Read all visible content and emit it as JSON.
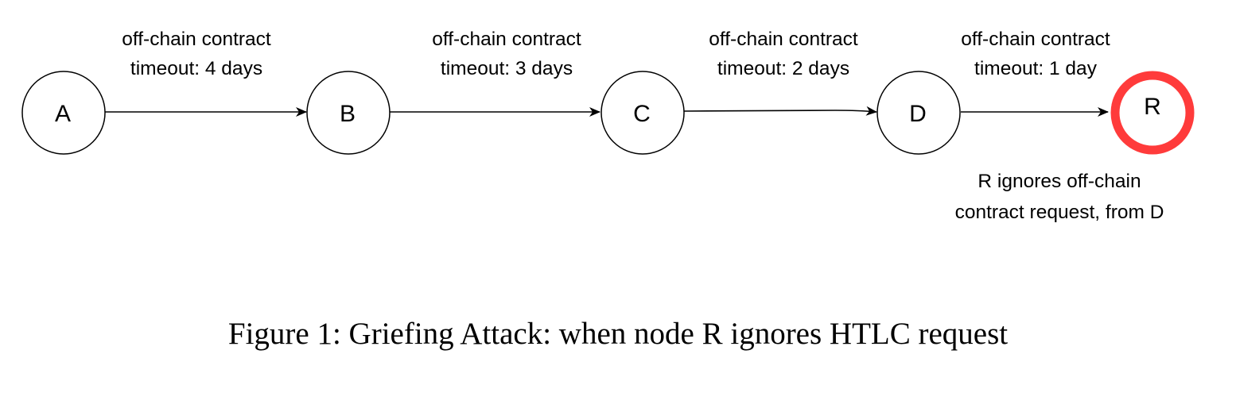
{
  "diagram": {
    "nodes": [
      {
        "id": "A",
        "label": "A",
        "highlighted": false
      },
      {
        "id": "B",
        "label": "B",
        "highlighted": false
      },
      {
        "id": "C",
        "label": "C",
        "highlighted": false
      },
      {
        "id": "D",
        "label": "D",
        "highlighted": false
      },
      {
        "id": "R",
        "label": "R",
        "highlighted": true
      }
    ],
    "edges": [
      {
        "from": "A",
        "to": "B",
        "line1": "off-chain contract",
        "line2": "timeout: 4 days"
      },
      {
        "from": "B",
        "to": "C",
        "line1": "off-chain contract",
        "line2": "timeout: 3 days"
      },
      {
        "from": "C",
        "to": "D",
        "line1": "off-chain contract",
        "line2": "timeout: 2 days"
      },
      {
        "from": "D",
        "to": "R",
        "line1": "off-chain contract",
        "line2": "timeout: 1 day"
      }
    ],
    "note": {
      "line1": "R ignores off-chain",
      "line2": "contract request, from D"
    }
  },
  "colors": {
    "highlight": "#ff3b3b",
    "stroke": "#000000"
  },
  "caption": "Figure 1: Griefing Attack: when node R ignores HTLC request"
}
